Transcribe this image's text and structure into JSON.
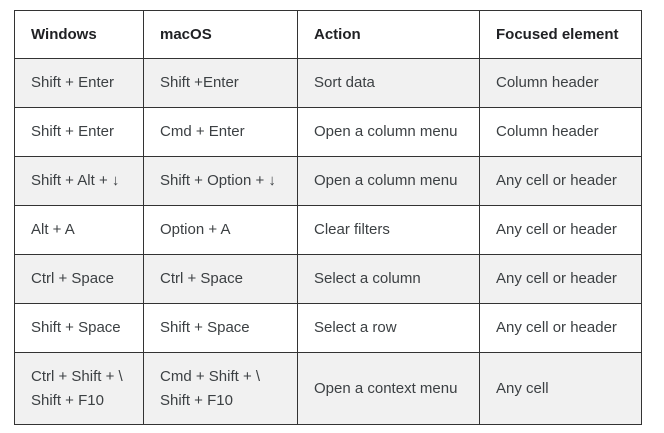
{
  "table": {
    "border_color": "#333333",
    "row_alt_bg": "#f1f1f1",
    "header_text_color": "#202124",
    "body_text_color": "#3c4043",
    "headers": {
      "windows": "Windows",
      "macos": "macOS",
      "action": "Action",
      "focused": "Focused element"
    },
    "rows": [
      {
        "windows": "Shift + Enter",
        "macos": "Shift +Enter",
        "action": "Sort data",
        "focused": "Column header"
      },
      {
        "windows": "Shift + Enter",
        "macos": "Cmd + Enter",
        "action": "Open a column menu",
        "focused": "Column header"
      },
      {
        "windows": "Shift + Alt + ↓",
        "macos": "Shift + Option + ↓",
        "action": "Open a column menu",
        "focused": "Any cell or header"
      },
      {
        "windows": "Alt + A",
        "macos": "Option + A",
        "action": "Clear filters",
        "focused": "Any cell or header"
      },
      {
        "windows": "Ctrl + Space",
        "macos": "Ctrl + Space",
        "action": "Select a column",
        "focused": "Any cell or header"
      },
      {
        "windows": "Shift + Space",
        "macos": "Shift + Space",
        "action": "Select a row",
        "focused": "Any cell or header"
      },
      {
        "windows": "Ctrl + Shift + \\\nShift + F10",
        "macos": "Cmd + Shift + \\\nShift + F10",
        "action": "Open a context menu",
        "focused": "Any cell"
      }
    ]
  }
}
